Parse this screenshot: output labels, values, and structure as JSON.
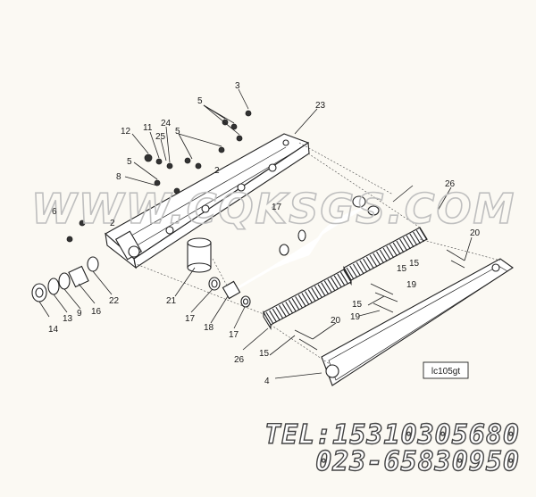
{
  "diagram": {
    "callouts": [
      "3",
      "5",
      "23",
      "12",
      "11",
      "24",
      "25",
      "5",
      "5",
      "2",
      "8",
      "17",
      "26",
      "20",
      "15",
      "19",
      "15",
      "19",
      "21",
      "17",
      "18",
      "17",
      "15",
      "20",
      "26",
      "22",
      "16",
      "9",
      "13",
      "14",
      "4",
      "15",
      "2",
      "6"
    ],
    "reference_code": "lc105gt",
    "watermark": "WWW.CQKSGS.COM"
  },
  "contact": {
    "tel": "TEL:15310305680",
    "tel2": "023-65830950"
  }
}
